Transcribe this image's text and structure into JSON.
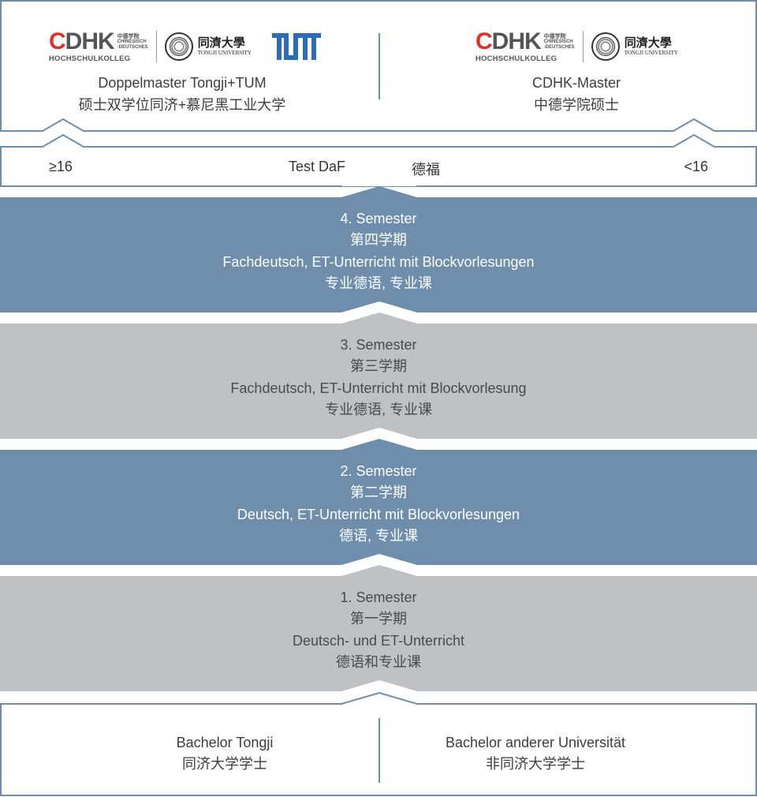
{
  "colors": {
    "dark_band": "#6e8eab",
    "light_band": "#c0c1c4",
    "frame": "#6e8eab",
    "tum_blue": "#2d6cb4",
    "cdhk_red": "#e0302a"
  },
  "top_left": {
    "logos": {
      "cdhk_text": "CDHK",
      "cdhk_cn": "中德学院",
      "cdhk_small_1": "CHINESISCH",
      "cdhk_small_2": "-DEUTSCHES",
      "cdhk_sub": "HOCHSCHULKOLLEG",
      "tongji_cn": "同濟大學",
      "tongji_en": "TONGJI UNIVERSITY",
      "tum_text": "TUM"
    },
    "title_de": "Doppelmaster Tongji+TUM",
    "title_cn": "硕士双学位同济+慕尼黑工业大学"
  },
  "top_right": {
    "logos": {
      "cdhk_text": "CDHK",
      "cdhk_cn": "中德学院",
      "cdhk_small_1": "CHINESISCH",
      "cdhk_small_2": "-DEUTSCHES",
      "cdhk_sub": "HOCHSCHULKOLLEG",
      "tongji_cn": "同濟大學",
      "tongji_en": "TONGJI UNIVERSITY"
    },
    "title_de": "CDHK-Master",
    "title_cn": "中德学院硕士"
  },
  "test": {
    "left_value": "≥16",
    "label_de": "Test DaF",
    "label_cn": "德福",
    "right_value": "<16"
  },
  "semesters": [
    {
      "title": "4. Semester",
      "title_cn": "第四学期",
      "desc": "Fachdeutsch, ET-Unterricht mit Blockvorlesungen",
      "desc_cn": "专业德语, 专业课",
      "style": "dark"
    },
    {
      "title": "3. Semester",
      "title_cn": "第三学期",
      "desc": "Fachdeutsch, ET-Unterricht mit Blockvorlesung",
      "desc_cn": "专业德语, 专业课",
      "style": "light"
    },
    {
      "title": "2. Semester",
      "title_cn": "第二学期",
      "desc": "Deutsch, ET-Unterricht mit Blockvorlesungen",
      "desc_cn": "德语, 专业课",
      "style": "dark"
    },
    {
      "title": "1. Semester",
      "title_cn": "第一学期",
      "desc": "Deutsch- und ET-Unterricht",
      "desc_cn": "德语和专业课",
      "style": "light"
    }
  ],
  "bottom_left": {
    "title_de": "Bachelor Tongji",
    "title_cn": "同济大学学士"
  },
  "bottom_right": {
    "title_de": "Bachelor anderer Universität",
    "title_cn": "非同济大学学士"
  }
}
